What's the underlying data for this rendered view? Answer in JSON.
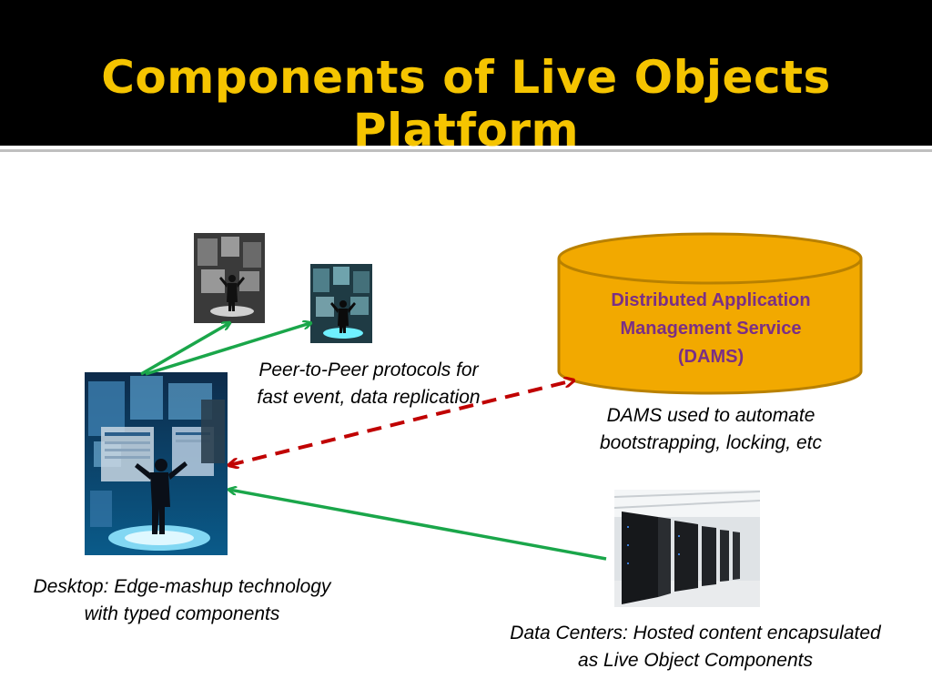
{
  "title": "Components of Live Objects Platform",
  "colors": {
    "title_bg": "#000000",
    "title_text": "#f5c400",
    "cylinder_fill": "#f2a900",
    "cylinder_stroke": "#b98100",
    "dams_text": "#7a2f86",
    "green_arrow": "#1aa64a",
    "red_dashed_arrow": "#c00000"
  },
  "dams": {
    "line1": "Distributed Application",
    "line2": "Management Service",
    "line3": "(DAMS)"
  },
  "captions": {
    "p2p_line1": "Peer-to-Peer protocols for",
    "p2p_line2": "fast event, data replication",
    "dams_line1": "DAMS used to automate",
    "dams_line2": "bootstrapping, locking, etc",
    "desktop_line1": "Desktop: Edge-mashup technology",
    "desktop_line2": "with typed components",
    "datacenter_line1": "Data Centers: Hosted content encapsulated",
    "datacenter_line2": "as Live Object Components"
  },
  "images": {
    "desktop": "person-in-virtual-desktop-icon",
    "peer1": "peer-person-grayscale-icon",
    "peer2": "peer-person-teal-icon",
    "datacenter": "server-racks-icon"
  }
}
